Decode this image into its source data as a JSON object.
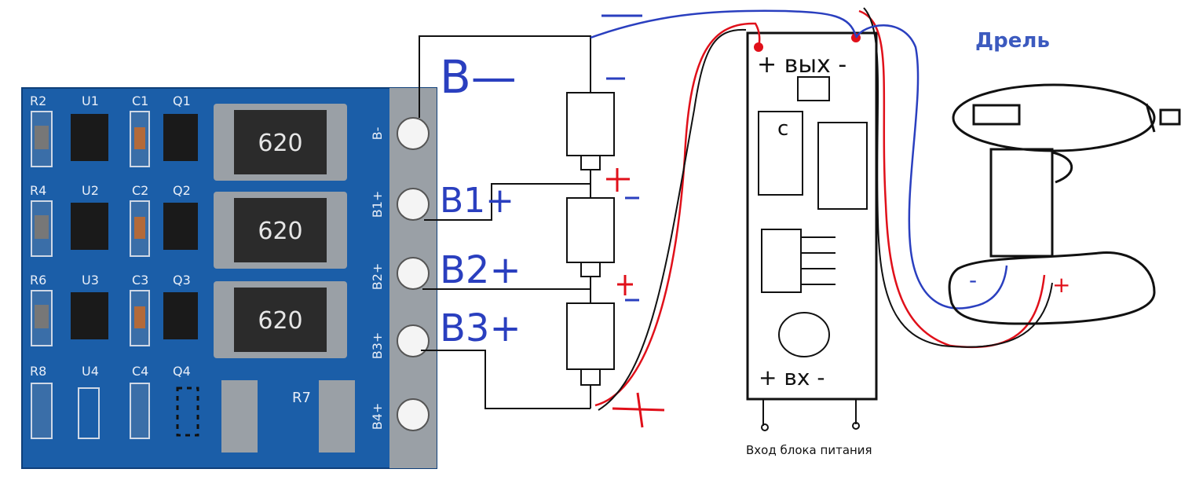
{
  "title": "Дрель",
  "caption": "Вход блока питания",
  "board": {
    "rows": [
      {
        "r": "R2",
        "u": "U1",
        "c": "C1",
        "q": "Q1",
        "resistor_code": "620"
      },
      {
        "r": "R4",
        "u": "U2",
        "c": "C2",
        "q": "Q2",
        "resistor_code": "620"
      },
      {
        "r": "R6",
        "u": "U3",
        "c": "C3",
        "q": "Q3",
        "resistor_code": "620"
      },
      {
        "r": "R8",
        "u": "U4",
        "c": "C4",
        "q": "Q4",
        "resistor_code": ""
      }
    ],
    "bottom_resistor": "R7",
    "pads": [
      "B-",
      "B1+",
      "B2+",
      "B3+",
      "B4+"
    ]
  },
  "handwritten": {
    "b_minus": "B—",
    "b1": "B1+",
    "b2": "B2+",
    "b3": "B3+",
    "module_top": "+ вых -",
    "module_bottom": "+ вх -",
    "module_c": "c",
    "drill_minus": "-",
    "drill_plus": "+"
  },
  "colors": {
    "board": "#1b5ea8",
    "wire_red": "#e0101a",
    "wire_blue": "#2a3fbf",
    "ink": "#111111",
    "title": "#3c5abf"
  }
}
